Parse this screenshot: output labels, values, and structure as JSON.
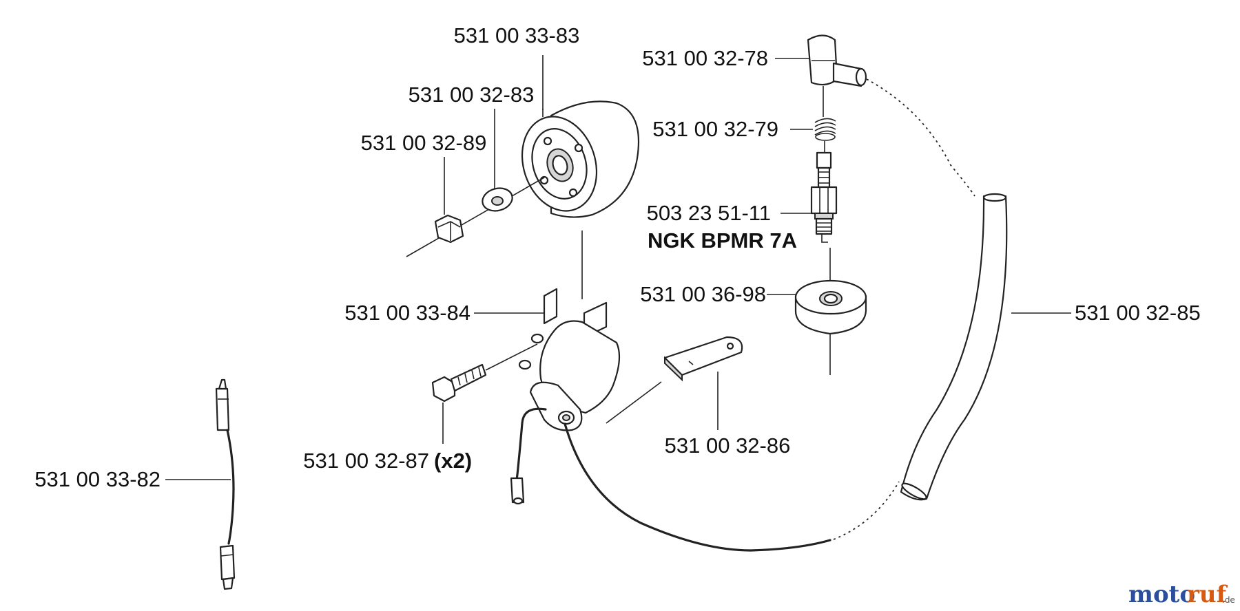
{
  "parts": {
    "flywheel": "531 00 33-83",
    "washer": "531 00 32-83",
    "nut": "531 00 32-89",
    "plug_cap": "531 00 32-78",
    "spring": "531 00 32-79",
    "spark_plug": "503 23 51-11",
    "spark_plug_type": "NGK BPMR 7A",
    "boot": "531 00 36-98",
    "ignition_module": "531 00 33-84",
    "hose": "531 00 32-85",
    "screw": "531 00 32-87",
    "screw_qty": "(x2)",
    "shim": "531 00 32-86",
    "wire": "531 00 33-82"
  },
  "watermark": {
    "part1": "moto",
    "part2": "ruf",
    "suffix": ".de"
  }
}
